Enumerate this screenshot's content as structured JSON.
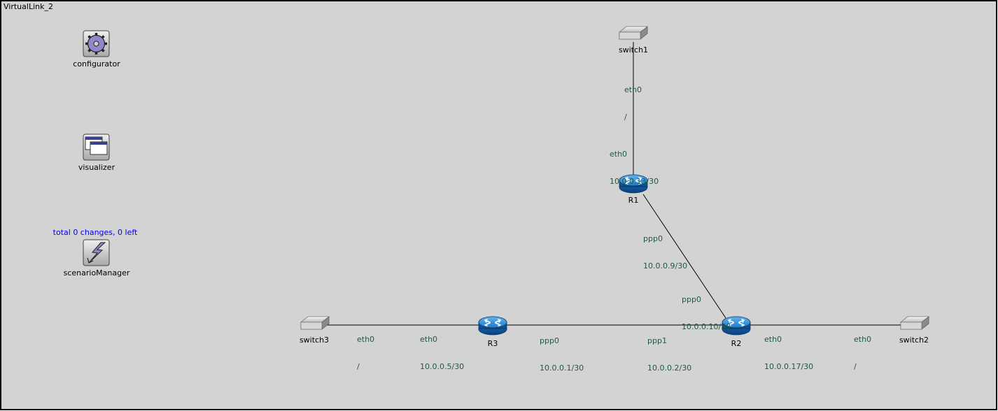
{
  "network": {
    "title": "VirtualLink_2"
  },
  "modules": {
    "configurator": {
      "label": "configurator",
      "icon": "gear-icon"
    },
    "visualizer": {
      "label": "visualizer",
      "icon": "windows-icon"
    },
    "scenarioManager": {
      "label": "scenarioManager",
      "icon": "lightning-icon",
      "status": "total 0 changes, 0 left"
    }
  },
  "nodes": {
    "switch1": {
      "label": "switch1",
      "icon": "switch-icon"
    },
    "switch2": {
      "label": "switch2",
      "icon": "switch-icon"
    },
    "switch3": {
      "label": "switch3",
      "icon": "switch-icon"
    },
    "R1": {
      "label": "R1",
      "icon": "router-icon"
    },
    "R2": {
      "label": "R2",
      "icon": "router-icon"
    },
    "R3": {
      "label": "R3",
      "icon": "router-icon"
    }
  },
  "interfaces": {
    "switch1_eth0": {
      "name": "eth0",
      "addr": "/"
    },
    "r1_eth0": {
      "name": "eth0",
      "addr": "10.0.0.13/30"
    },
    "r1_ppp0": {
      "name": "ppp0",
      "addr": "10.0.0.9/30"
    },
    "r2_ppp0": {
      "name": "ppp0",
      "addr": "10.0.0.10/30"
    },
    "r2_ppp1": {
      "name": "ppp1",
      "addr": "10.0.0.2/30"
    },
    "r2_eth0": {
      "name": "eth0",
      "addr": "10.0.0.17/30"
    },
    "switch2_eth0": {
      "name": "eth0",
      "addr": "/"
    },
    "r3_ppp0": {
      "name": "ppp0",
      "addr": "10.0.0.1/30"
    },
    "r3_eth0": {
      "name": "eth0",
      "addr": "10.0.0.5/30"
    },
    "switch3_eth0": {
      "name": "eth0",
      "addr": "/"
    }
  },
  "colors": {
    "canvas_bg": "#d3d3d3",
    "border": "#000000",
    "link": "#000000",
    "router_blue": "#1e7bc9",
    "interface_text": "#1f5a3e",
    "status_text": "#0000ee"
  }
}
